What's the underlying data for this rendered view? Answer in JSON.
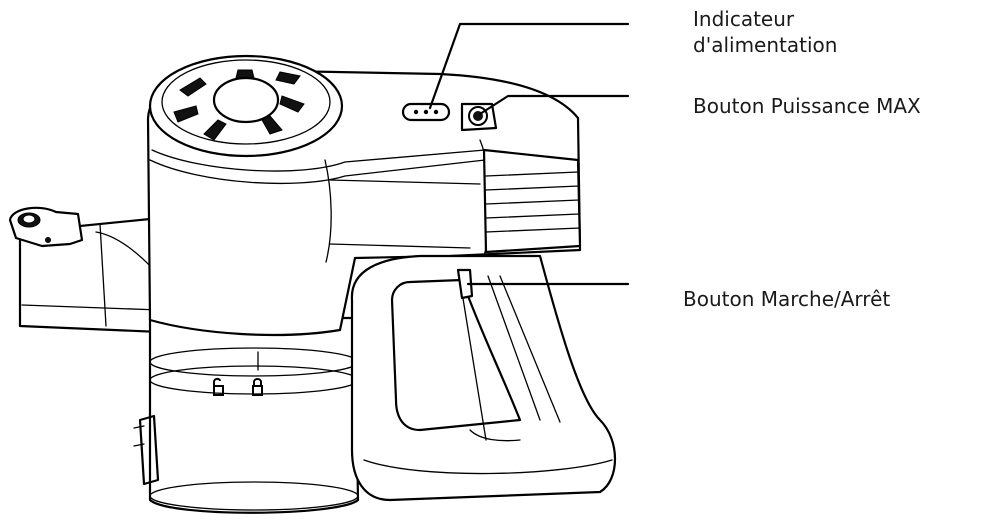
{
  "callouts": {
    "power_indicator": {
      "line1": "Indicateur",
      "line2": "d'alimentation"
    },
    "max_button": "Bouton Puissance MAX",
    "onoff_button": "Bouton Marche/Arrêt"
  },
  "colors": {
    "line": "#000000",
    "text": "#1a1a1a",
    "background": "#ffffff"
  },
  "icons": [
    "unlock-icon",
    "lock-icon"
  ]
}
